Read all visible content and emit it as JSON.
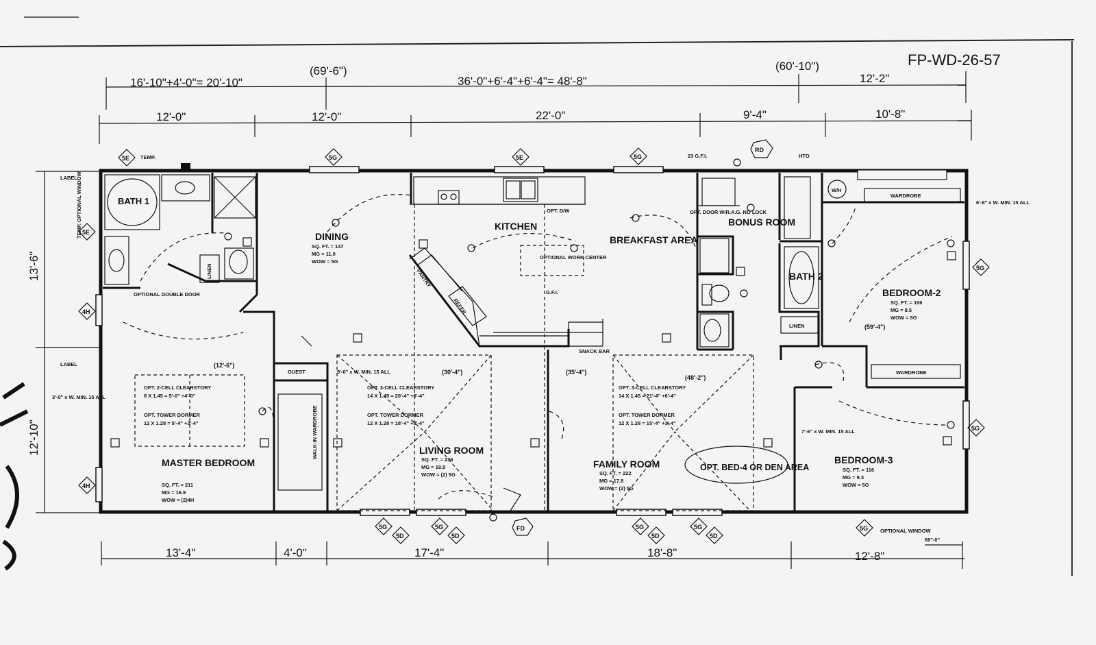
{
  "plan_id": "FP-WD-26-57",
  "top_dims": {
    "overall_note": "(69'-6\")",
    "left_total": "16'-10\"+4'-0\"= 20'-10\"",
    "right_total": "36'-0\"+6'-4\"+6'-4\"= 48'-8\"",
    "note_60": "(60'-10\")",
    "seg_far_right": "12'-2\"",
    "row2": [
      "12'-0\"",
      "12'-0\"",
      "22'-0\"",
      "9'-4\"",
      "10'-8\""
    ]
  },
  "bottom_dims": [
    "13'-4\"",
    "4'-0\"",
    "17'-4\"",
    "18'-8\"",
    "12'-8\""
  ],
  "bottom_note": "66\"-0\"",
  "side_dims": {
    "upper": "13'-6\"",
    "lower": "12'-10\""
  },
  "left_notes": {
    "label1": "LABEL",
    "temp_window": "TEMP. OPTIONAL WINDOW",
    "label2": "LABEL",
    "egress": "3'-0\" x W. MIN. 15 ALL",
    "temp": "TEMP."
  },
  "rooms": {
    "bath1": "BATH 1",
    "dining": {
      "name": "DINING",
      "stats": [
        "SQ. FT. = 137",
        "MG = 11.0",
        "WOW = 5G"
      ]
    },
    "kitchen": "KITCHEN",
    "breakfast": "BREAKFAST AREA",
    "bonus": "BONUS ROOM",
    "bath2": "BATH 2",
    "bedroom2": {
      "name": "BEDROOM-2",
      "stats": [
        "SQ. FT. = 106",
        "MG = 8.5",
        "WOW = 5G"
      ]
    },
    "master": {
      "name": "MASTER BEDROOM",
      "stats": [
        "SQ. FT. = 211",
        "MG = 16.9",
        "WOW = (2)4H"
      ]
    },
    "living": {
      "name": "LIVING ROOM",
      "stats": [
        "SQ. FT. = 236",
        "MG = 18.9",
        "WOW = (2) 5G"
      ]
    },
    "family": {
      "name": "FAMILY ROOM",
      "stats": [
        "SQ. FT. = 222",
        "MG = 17.8",
        "WOW = (2) 5G"
      ]
    },
    "bedroom3": {
      "name": "BEDROOM-3",
      "stats": [
        "SQ. FT. = 116",
        "MG = 9.3",
        "WOW = 5G"
      ]
    },
    "bed4": "OPT. BED-4 OR DEN AREA"
  },
  "fixtures": {
    "linen": "LINEN",
    "linen2": "LINEN",
    "guest": "GUEST",
    "walkin": "WALK-IN WARDROBE",
    "pantry": "PANTRY",
    "refer": "REFER.",
    "wardrobe1": "WARDROBE",
    "wardrobe2": "WARDROBE",
    "work_center": "OPTIONAL WORK CENTER",
    "snack_bar": "SNACK BAR",
    "opt_dw": "OPT. D/W",
    "gfi": "G.F.I.",
    "opt_door": "OPT. DOOR W/R.A.G. NO LOCK",
    "double_door": "OPTIONAL DOUBLE DOOR",
    "wh": "W/H",
    "rd": "RD",
    "fd": "FD",
    "hto": "HTO",
    "gfi23": "23 G.F.I.",
    "opt_window": "OPTIONAL WINDOW"
  },
  "notes": {
    "n125": "(12'-6\")",
    "n304": "(30'-4\")",
    "n354": "(35'-4\")",
    "n482": "(48'-2\")",
    "n594": "(59'-4\")",
    "egress9": "9'-0\" x W. MIN. 15 ALL",
    "egress6": "6'-6\" x W. MIN. 15 ALL",
    "egress7": "7'-6\" x W. MIN. 15 ALL",
    "clear_left": [
      "OPT. 2-CELL CLEARSTORY",
      "8 X 1.45 = 5'-0\" +4'-0\"",
      "OPT. TOWER DORMER",
      "12 X 1.28 = 5'-4\" +3'-4\""
    ],
    "clear_mid": [
      "OPT. 3-CELL CLEARSTORY",
      "14 X 1.45 = 20'-4\" +6'-4\"",
      "OPT. TOWER DORMER",
      "12 X 1.28 = 18'-4\" +3'-4\""
    ],
    "clear_right": [
      "OPT. 3-CELL CLEARSTORY",
      "14 X 1.45 = 21'-4\" +6'-4\"",
      "OPT. TOWER DORMER",
      "12 X 1.28 = 15'-4\" +3'-4\""
    ]
  },
  "window_tags": [
    "5E",
    "5G",
    "5E",
    "5G",
    "5E",
    "4H",
    "4H",
    "5G",
    "5G",
    "5G",
    "5D",
    "5G",
    "5D",
    "5G",
    "5D",
    "5G",
    "5D",
    "5G"
  ]
}
